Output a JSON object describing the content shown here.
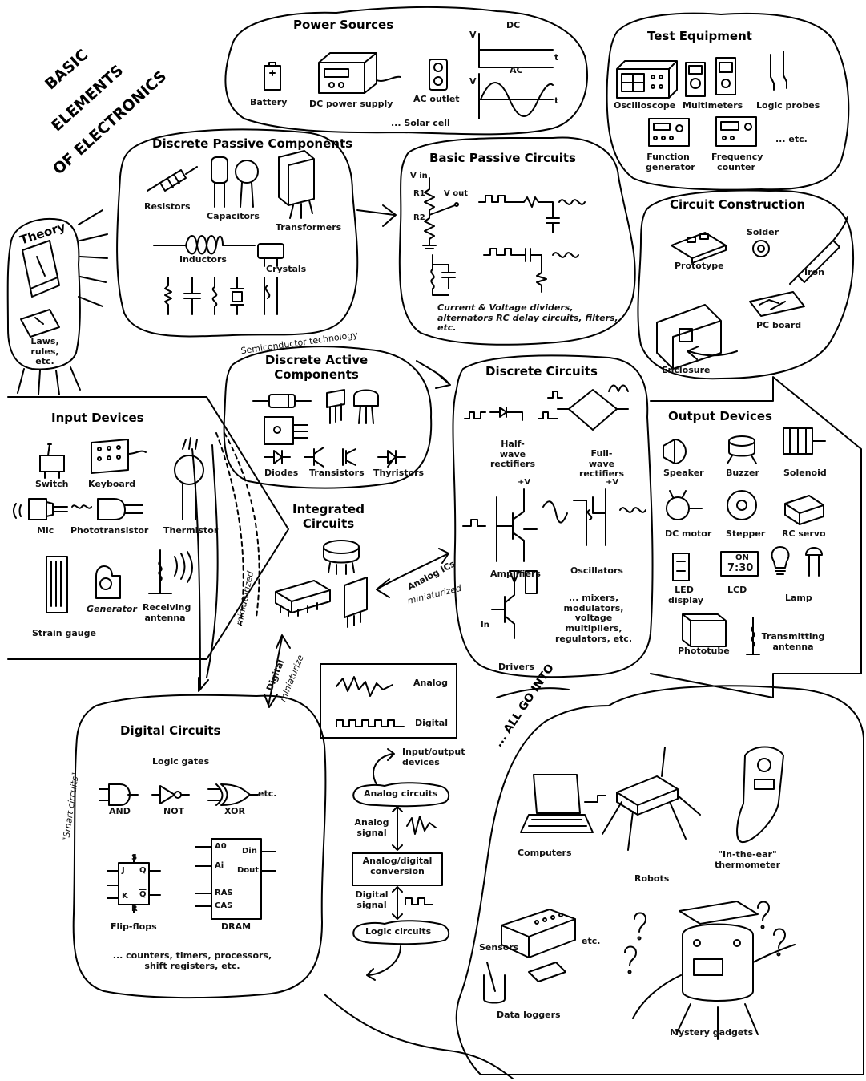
{
  "title_lines": [
    "BASIC",
    "ELEMENTS",
    "OF ELECTRONICS"
  ],
  "power_sources": {
    "title": "Power Sources",
    "items": [
      "Battery",
      "DC power supply",
      "AC outlet"
    ],
    "footer": "... Solar cell",
    "graph_labels": {
      "v1": "V",
      "dc": "DC",
      "t1": "t",
      "v2": "V",
      "ac": "AC",
      "t2": "t"
    }
  },
  "test_equipment": {
    "title": "Test Equipment",
    "items": [
      "Oscilloscope",
      "Multimeters",
      "Logic probes",
      "Function generator",
      "Frequency counter",
      "... etc."
    ]
  },
  "theory": {
    "title": "Theory",
    "caption": "Laws, rules, etc."
  },
  "passive_components": {
    "title": "Discrete Passive Components",
    "items": [
      "Resistors",
      "Capacitors",
      "Transformers",
      "Inductors",
      "Crystals"
    ]
  },
  "passive_circuits": {
    "title": "Basic Passive Circuits",
    "labels": {
      "vin": "V in",
      "vout": "V out",
      "r1": "R1",
      "r2": "R2"
    },
    "caption": "Current & Voltage dividers, alternators RC delay circuits, filters, etc."
  },
  "construction": {
    "title": "Circuit Construction",
    "items": [
      "Prototype",
      "Solder",
      "Iron",
      "PC board",
      "Enclosure"
    ]
  },
  "semiconductor_label": "Semiconductor technology",
  "active_components": {
    "title": "Discrete Active Components",
    "items": [
      "Diodes",
      "Transistors",
      "Thyristors"
    ]
  },
  "discrete_circuits": {
    "title": "Discrete Circuits",
    "items": [
      "Half-wave rectifiers",
      "Full-wave rectifiers",
      "Amplifiers",
      "Oscillators",
      "Drivers"
    ],
    "footer": "... mixers, modulators, voltage multipliers, regulators, etc.",
    "labels": {
      "v1": "+V",
      "v2": "+V",
      "in": "In"
    }
  },
  "input_devices": {
    "title": "Input Devices",
    "items": [
      "Switch",
      "Keyboard",
      "Mic",
      "Phototransistor",
      "Thermistor",
      "Strain gauge",
      "Generator",
      "Receiving antenna"
    ]
  },
  "output_devices": {
    "title": "Output Devices",
    "items": [
      "Speaker",
      "Buzzer",
      "Solenoid",
      "DC motor",
      "Stepper",
      "RC servo",
      "LED display",
      "LCD",
      "Lamp",
      "Phototube",
      "Transmitting antenna"
    ],
    "lcd_on": "ON",
    "lcd_time": "7:30"
  },
  "integrated_circuits": {
    "title": "Integrated Circuits"
  },
  "arrow_labels": {
    "analog_ics": "Analog ICs",
    "miniaturized1": "miniaturized",
    "miniaturized2": "miniaturized",
    "digital": "Digital",
    "miniaturize3": "miniaturize"
  },
  "signals": {
    "analog": "Analog",
    "digital": "Digital"
  },
  "all_go_into": "... ALL GO INTO",
  "digital_circuits": {
    "title": "Digital Circuits",
    "subtitle": "Logic gates",
    "gates": [
      "AND",
      "NOT",
      "XOR"
    ],
    "etc": "etc.",
    "items": [
      "Flip-flops",
      "DRAM"
    ],
    "footer": "... counters, timers, processors, shift registers, etc.",
    "side": "\"Smart circuits\"",
    "ff_pins": {
      "j": "J",
      "k": "K",
      "s": "S",
      "r": "R",
      "q": "Q",
      "qb": "Q"
    },
    "dram_pins": {
      "a0": "A0",
      "ai": "Ai",
      "din": "Din",
      "dout": "Dout",
      "ras": "RAS",
      "cas": "CAS"
    }
  },
  "conversion_flow": {
    "top": "Input/output devices",
    "analog_circuits": "Analog circuits",
    "analog_signal": "Analog signal",
    "conversion": "Analog/digital conversion",
    "digital_signal": "Digital signal",
    "logic_circuits": "Logic circuits"
  },
  "applications": {
    "items": [
      "Computers",
      "Robots",
      "\"In-the-ear\" thermometer",
      "Sensors",
      "etc.",
      "Data loggers",
      "Mystery gadgets"
    ]
  }
}
